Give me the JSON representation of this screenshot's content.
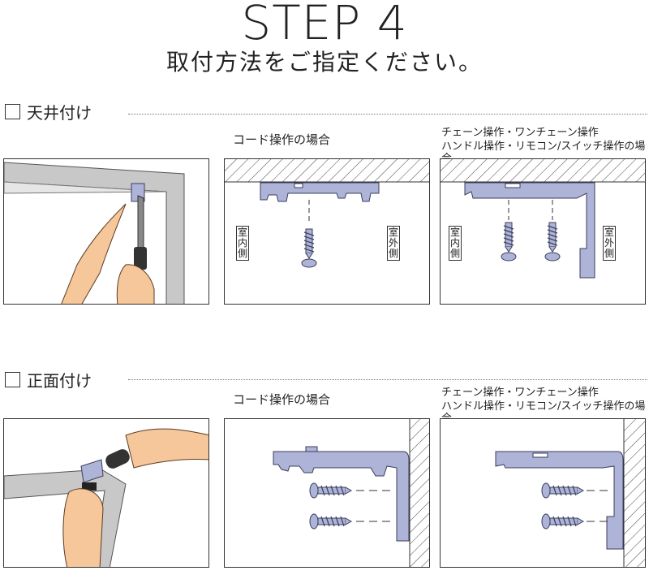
{
  "header": {
    "title": "STEP 4",
    "subtitle": "取付方法をご指定ください。"
  },
  "sections": [
    {
      "label": "天井付け",
      "option_label": "□",
      "caption_cord": "コード操作の場合",
      "caption_chain_line1": "チェーン操作・ワンチェーン操作",
      "caption_chain_line2": "ハンドル操作・リモコン/スイッチ操作の場合",
      "indoor_label": "室内側",
      "outdoor_label": "室外側"
    },
    {
      "label": "正面付け",
      "option_label": "□",
      "caption_cord": "コード操作の場合",
      "caption_chain_line1": "チェーン操作・ワンチェーン操作",
      "caption_chain_line2": "ハンドル操作・リモコン/スイッチ操作の場合"
    }
  ],
  "colors": {
    "bracket": "#aeb3d8",
    "bracket_stroke": "#3b3e5c",
    "skin": "#f6c79a",
    "skin_stroke": "#5a3b22",
    "frame": "#c8c8c8",
    "hatch": "#444444"
  }
}
